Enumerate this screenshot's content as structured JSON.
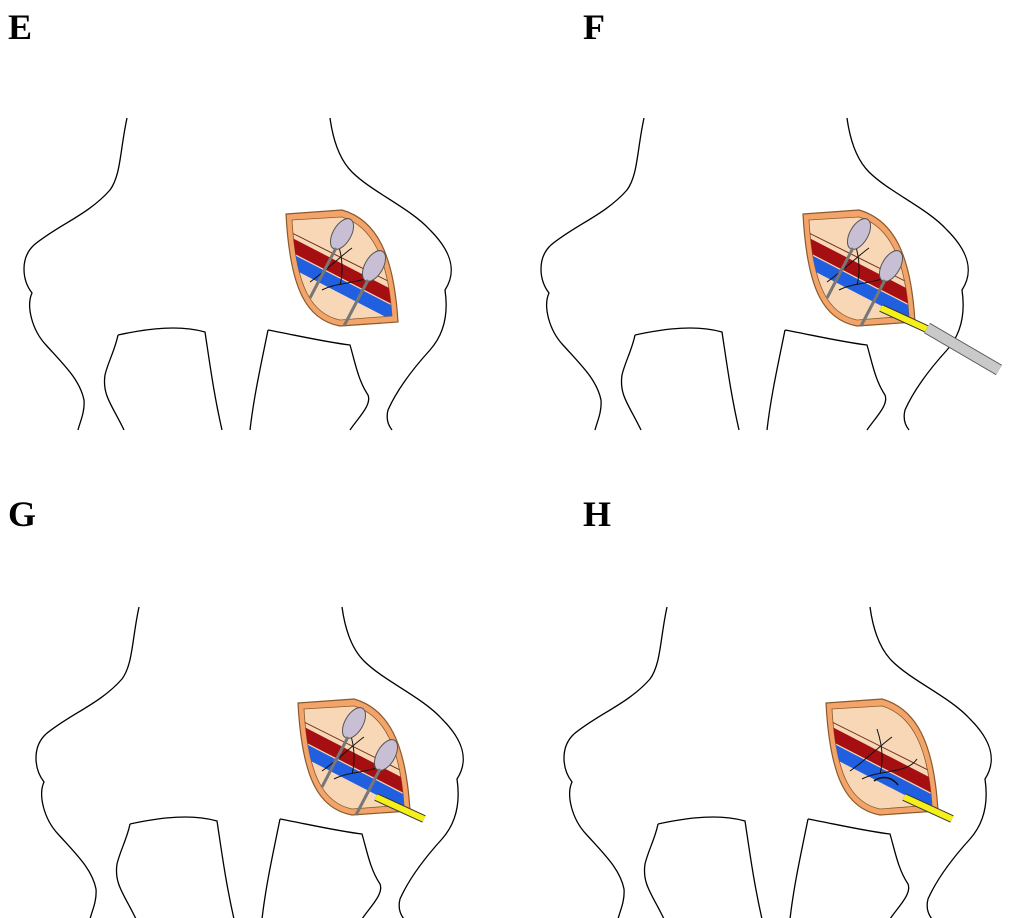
{
  "panels": [
    {
      "label": "E",
      "stage": "retractors-suture",
      "catheter": false,
      "retractors": true,
      "tool": false
    },
    {
      "label": "F",
      "stage": "catheter-insertion",
      "catheter": true,
      "retractors": true,
      "tool": true
    },
    {
      "label": "G",
      "stage": "catheter-in-vein",
      "catheter": true,
      "retractors": true,
      "tool": false
    },
    {
      "label": "H",
      "stage": "vein-ligated",
      "catheter": true,
      "retractors": false,
      "tool": false
    }
  ],
  "colors": {
    "skin_rim": "#f2a46a",
    "tissue": "#f8d7b6",
    "artery": "#a50f12",
    "vein": "#1f5fe0",
    "retractor": "#c8bfd4",
    "catheter": "#f5f01a",
    "tool": "#c9c9c9",
    "outline": "#000000"
  }
}
